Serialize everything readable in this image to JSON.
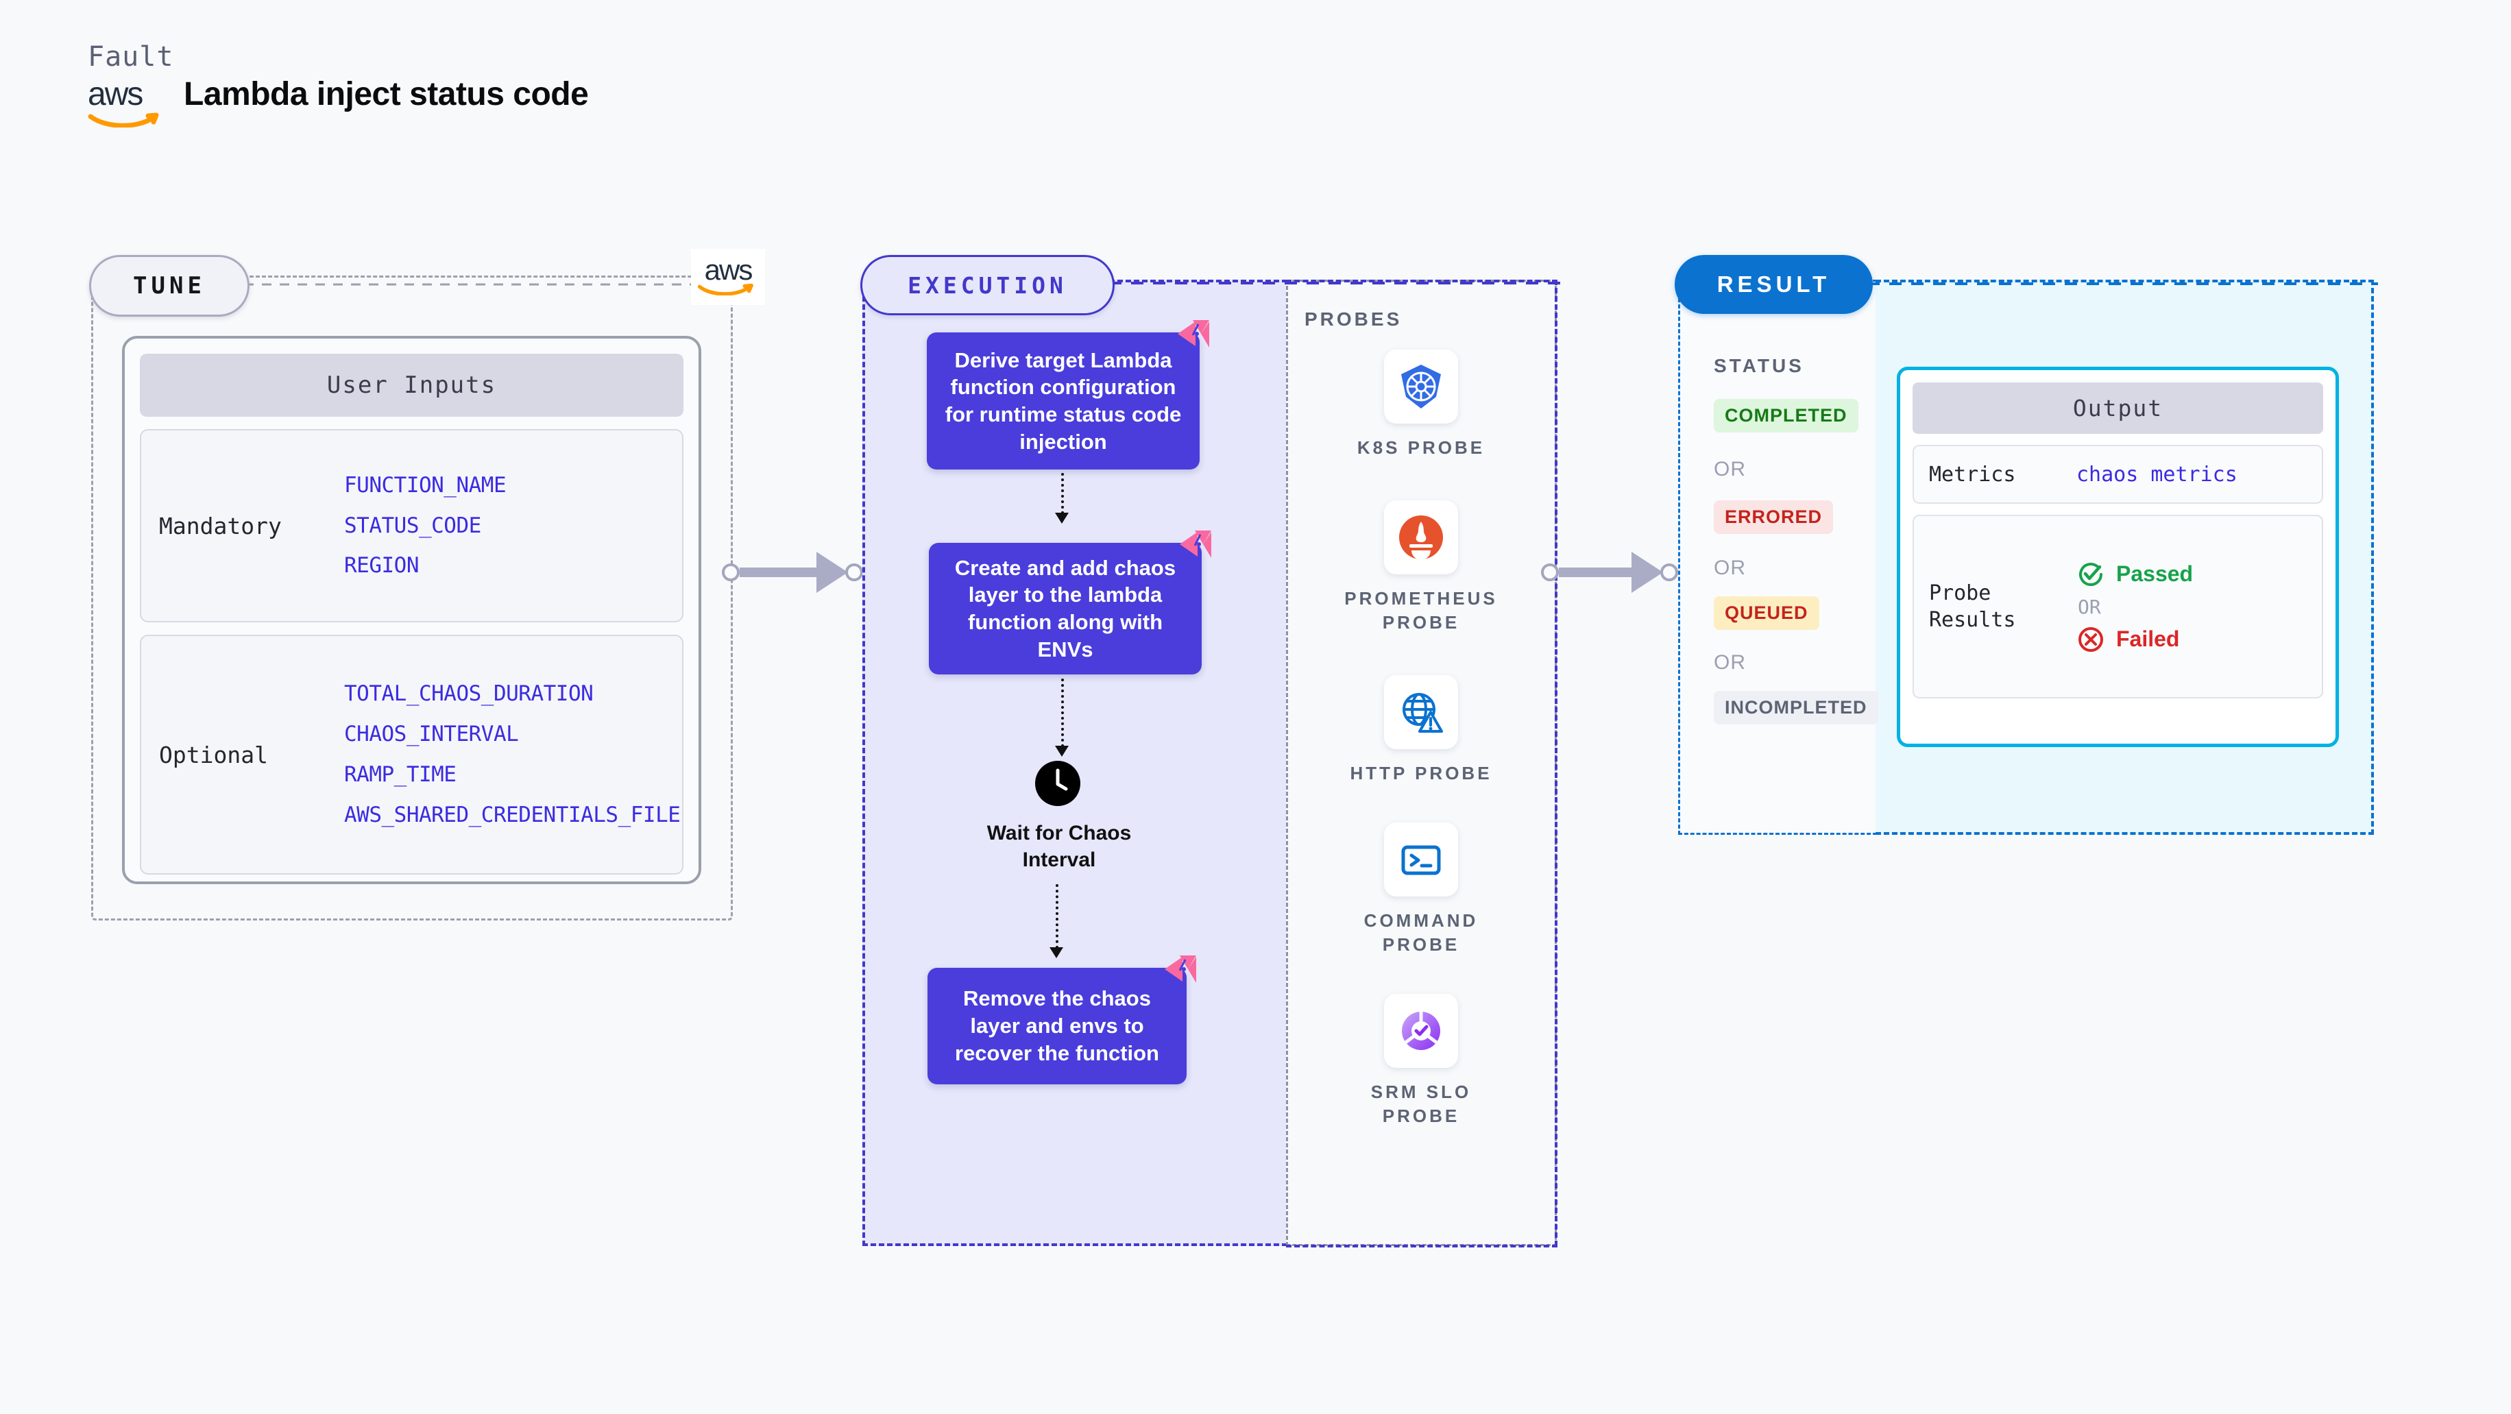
{
  "header": {
    "kicker": "Fault",
    "title": "Lambda inject status code",
    "logo": "aws-logo"
  },
  "tune": {
    "badge": "TUNE",
    "card_title": "User Inputs",
    "groups": [
      {
        "label": "Mandatory",
        "params": [
          "FUNCTION_NAME",
          "STATUS_CODE",
          "REGION"
        ]
      },
      {
        "label": "Optional",
        "params": [
          "TOTAL_CHAOS_DURATION",
          "CHAOS_INTERVAL",
          "RAMP_TIME",
          "AWS_SHARED_CREDENTIALS_FILE"
        ]
      }
    ]
  },
  "execution": {
    "badge": "EXECUTION",
    "steps": [
      {
        "text": "Derive target Lambda function configuration for runtime status code injection",
        "badge": "litmus-icon"
      },
      {
        "text": "Create and add chaos layer to the lambda function along with ENVs",
        "badge": "litmus-icon"
      },
      {
        "text": "Remove the chaos layer and envs to recover the function",
        "badge": "litmus-icon"
      }
    ],
    "wait": {
      "icon": "clock-icon",
      "label": "Wait for Chaos Interval"
    }
  },
  "probes": {
    "title": "PROBES",
    "items": [
      {
        "label": "K8S PROBE",
        "icon": "kubernetes-icon"
      },
      {
        "label": "PROMETHEUS PROBE",
        "icon": "prometheus-icon"
      },
      {
        "label": "HTTP PROBE",
        "icon": "http-globe-warning-icon"
      },
      {
        "label": "COMMAND PROBE",
        "icon": "terminal-icon"
      },
      {
        "label": "SRM SLO PROBE",
        "icon": "srm-slo-icon"
      }
    ]
  },
  "result": {
    "badge": "RESULT",
    "status_title": "STATUS",
    "or": "OR",
    "statuses": [
      {
        "label": "COMPLETED",
        "bg": "#ddf6dd",
        "fg": "#167a16"
      },
      {
        "label": "ERRORED",
        "bg": "#fbe4e4",
        "fg": "#c3241c"
      },
      {
        "label": "QUEUED",
        "bg": "#fdeec2",
        "fg": "#c3241c"
      },
      {
        "label": "INCOMPLETED",
        "bg": "#eef0f5",
        "fg": "#5c6374"
      }
    ],
    "output": {
      "title": "Output",
      "metrics_key": "Metrics",
      "metrics_value": "chaos metrics",
      "probe_key": "Probe Results",
      "passed": "Passed",
      "failed": "Failed",
      "or": "OR",
      "passed_color": "#16a34a",
      "failed_color": "#dc2626"
    }
  },
  "colors": {
    "canvas": "#f7f9fb",
    "exec_fill": "#e6e7fb",
    "exec_border": "#4338ca",
    "flow_box": "#4a3ddb",
    "result_border": "#0b72cf",
    "output_fill": "#e9f8fd",
    "output_card_border": "#00b2e3",
    "param_text": "#3b2ce0",
    "litmus_pink": "#f9699f"
  }
}
